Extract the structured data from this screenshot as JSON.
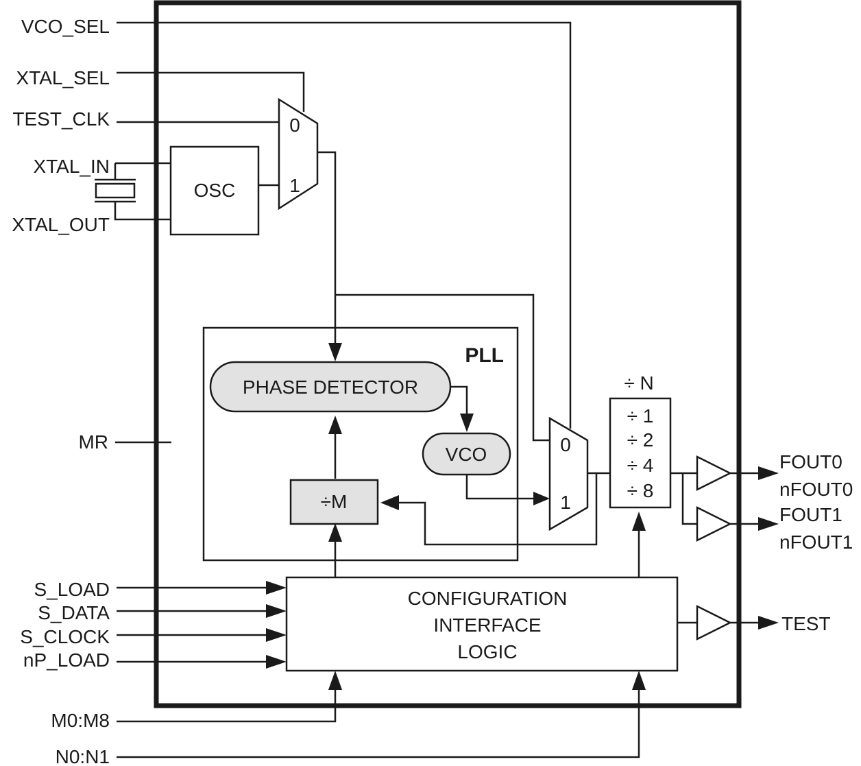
{
  "pins": {
    "vco_sel": "VCO_SEL",
    "xtal_sel": "XTAL_SEL",
    "test_clk": "TEST_CLK",
    "xtal_in": "XTAL_IN",
    "xtal_out": "XTAL_OUT",
    "mr": "MR",
    "s_load": "S_LOAD",
    "s_data": "S_DATA",
    "s_clock": "S_CLOCK",
    "np_load": "nP_LOAD",
    "m0_m8": "M0:M8",
    "n0_n1": "N0:N1",
    "fout0": "FOUT0",
    "nfout0": "nFOUT0",
    "fout1": "FOUT1",
    "nfout1": "nFOUT1",
    "test": "TEST"
  },
  "blocks": {
    "osc": "OSC",
    "pll": "PLL",
    "phase_detector": "PHASE DETECTOR",
    "vco": "VCO",
    "divider_m": "÷M",
    "divider_n_title": "÷ N",
    "divider_n_options": [
      "÷ 1",
      "÷ 2",
      "÷ 4",
      "÷ 8"
    ],
    "config_line1": "CONFIGURATION",
    "config_line2": "INTERFACE",
    "config_line3": "LOGIC",
    "mux_input_0": "0",
    "mux_input_1": "1"
  }
}
